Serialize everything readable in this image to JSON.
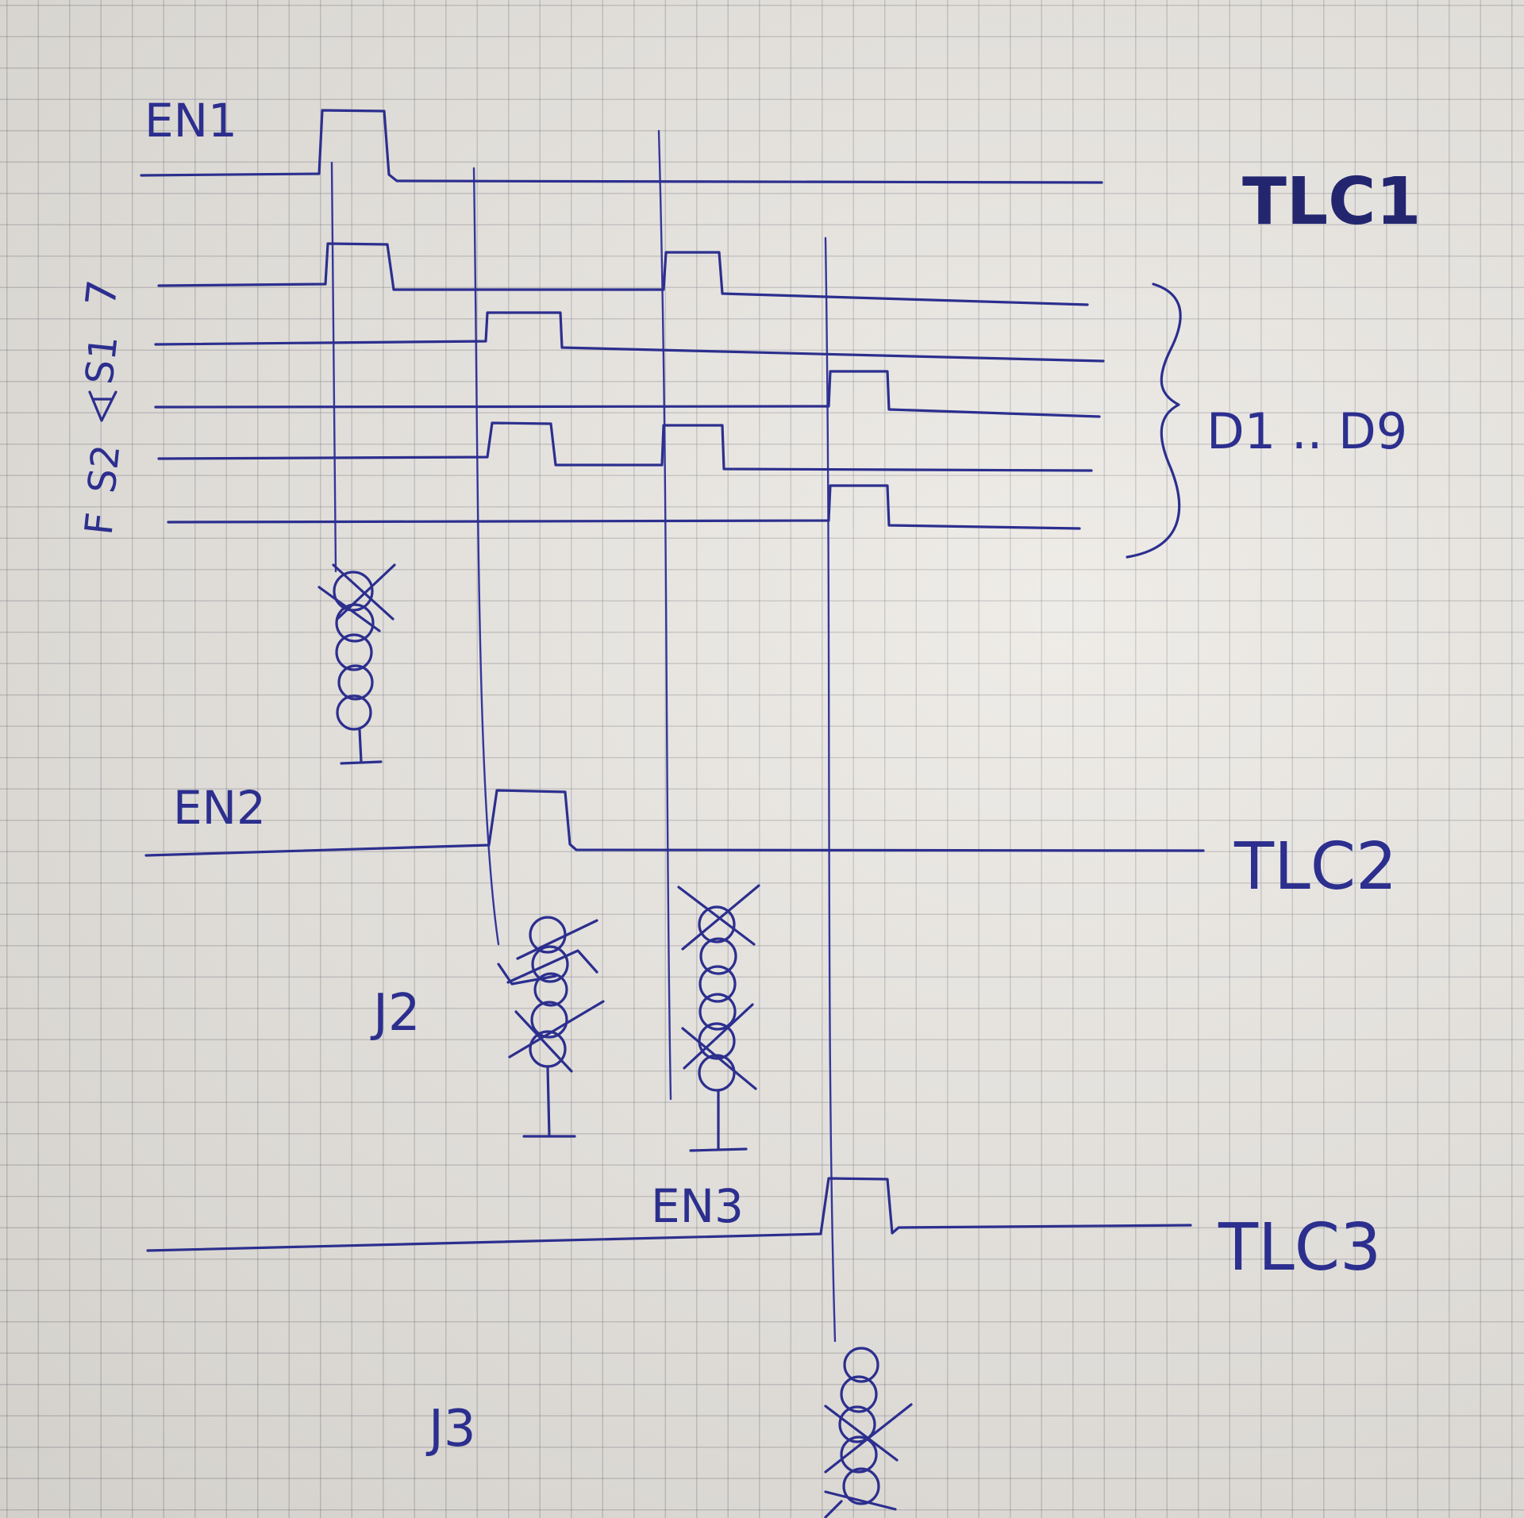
{
  "labels": {
    "en1": "EN1",
    "tlc1": "TLC1",
    "en2": "EN2",
    "tlc2": "TLC2",
    "en3": "EN3",
    "tlc3": "TLC3",
    "j2": "J2",
    "j3": "J3",
    "bus": "D1 .. D9",
    "side": [
      "7",
      "S1",
      "S2",
      "F"
    ]
  },
  "colors": {
    "ink": "#2c2f8e",
    "paper": "#ebe8e3",
    "grid": "#7c7a82"
  }
}
